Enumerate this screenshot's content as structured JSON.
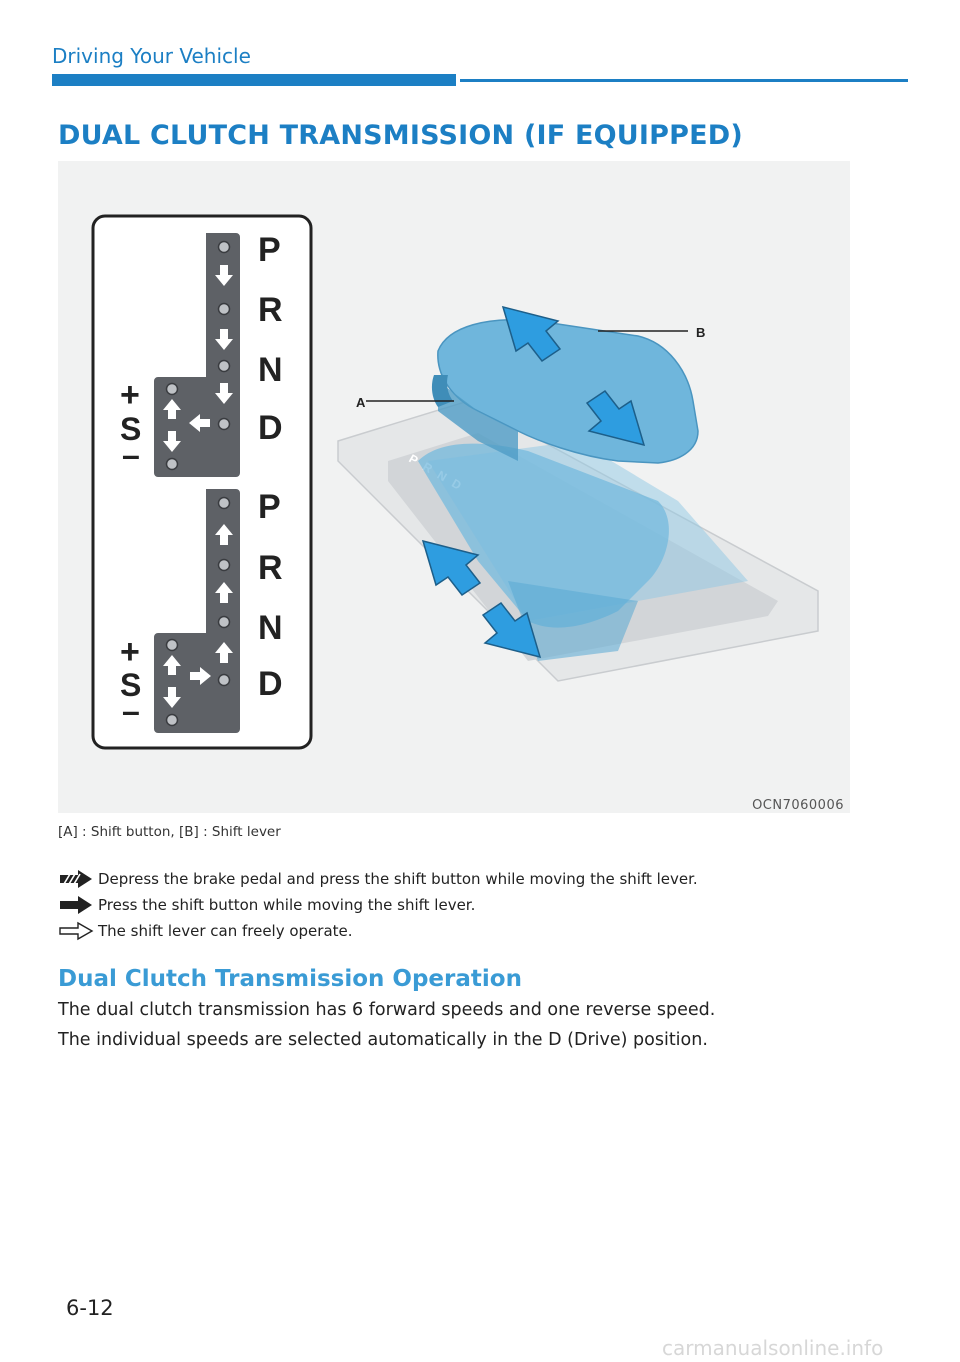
{
  "header": {
    "title": "Driving Your Vehicle"
  },
  "section": {
    "title": "DUAL CLUTCH TRANSMISSION (IF EQUIPPED)"
  },
  "figure": {
    "code": "OCN7060006",
    "gate_letters": [
      "P",
      "R",
      "N",
      "D"
    ],
    "mode_letter": "S",
    "plus_sign": "+",
    "minus_sign": "–",
    "callout_a": "A",
    "callout_b": "B",
    "lever_base_letters": "PRND",
    "colors": {
      "lever_blue": "#6fb6dc",
      "arrow_blue": "#2e9de0",
      "panel_gray": "#5e6166"
    }
  },
  "caption": "[A] : Shift button, [B] : Shift lever",
  "legend": [
    {
      "icon": "hatched-arrow-icon",
      "text": "Depress the brake pedal and press the shift button while moving the shift lever."
    },
    {
      "icon": "solid-arrow-icon",
      "text": "Press the shift button while moving the shift lever."
    },
    {
      "icon": "outline-arrow-icon",
      "text": "The shift lever can freely operate."
    }
  ],
  "subsection": {
    "title": "Dual Clutch Transmission Operation",
    "paragraphs": [
      "The dual clutch transmission has 6 forward speeds and one reverse speed.",
      "The individual speeds are selected automatically in the D (Drive) position."
    ]
  },
  "page_number": "6-12",
  "watermark": "carmanualsonline.info"
}
